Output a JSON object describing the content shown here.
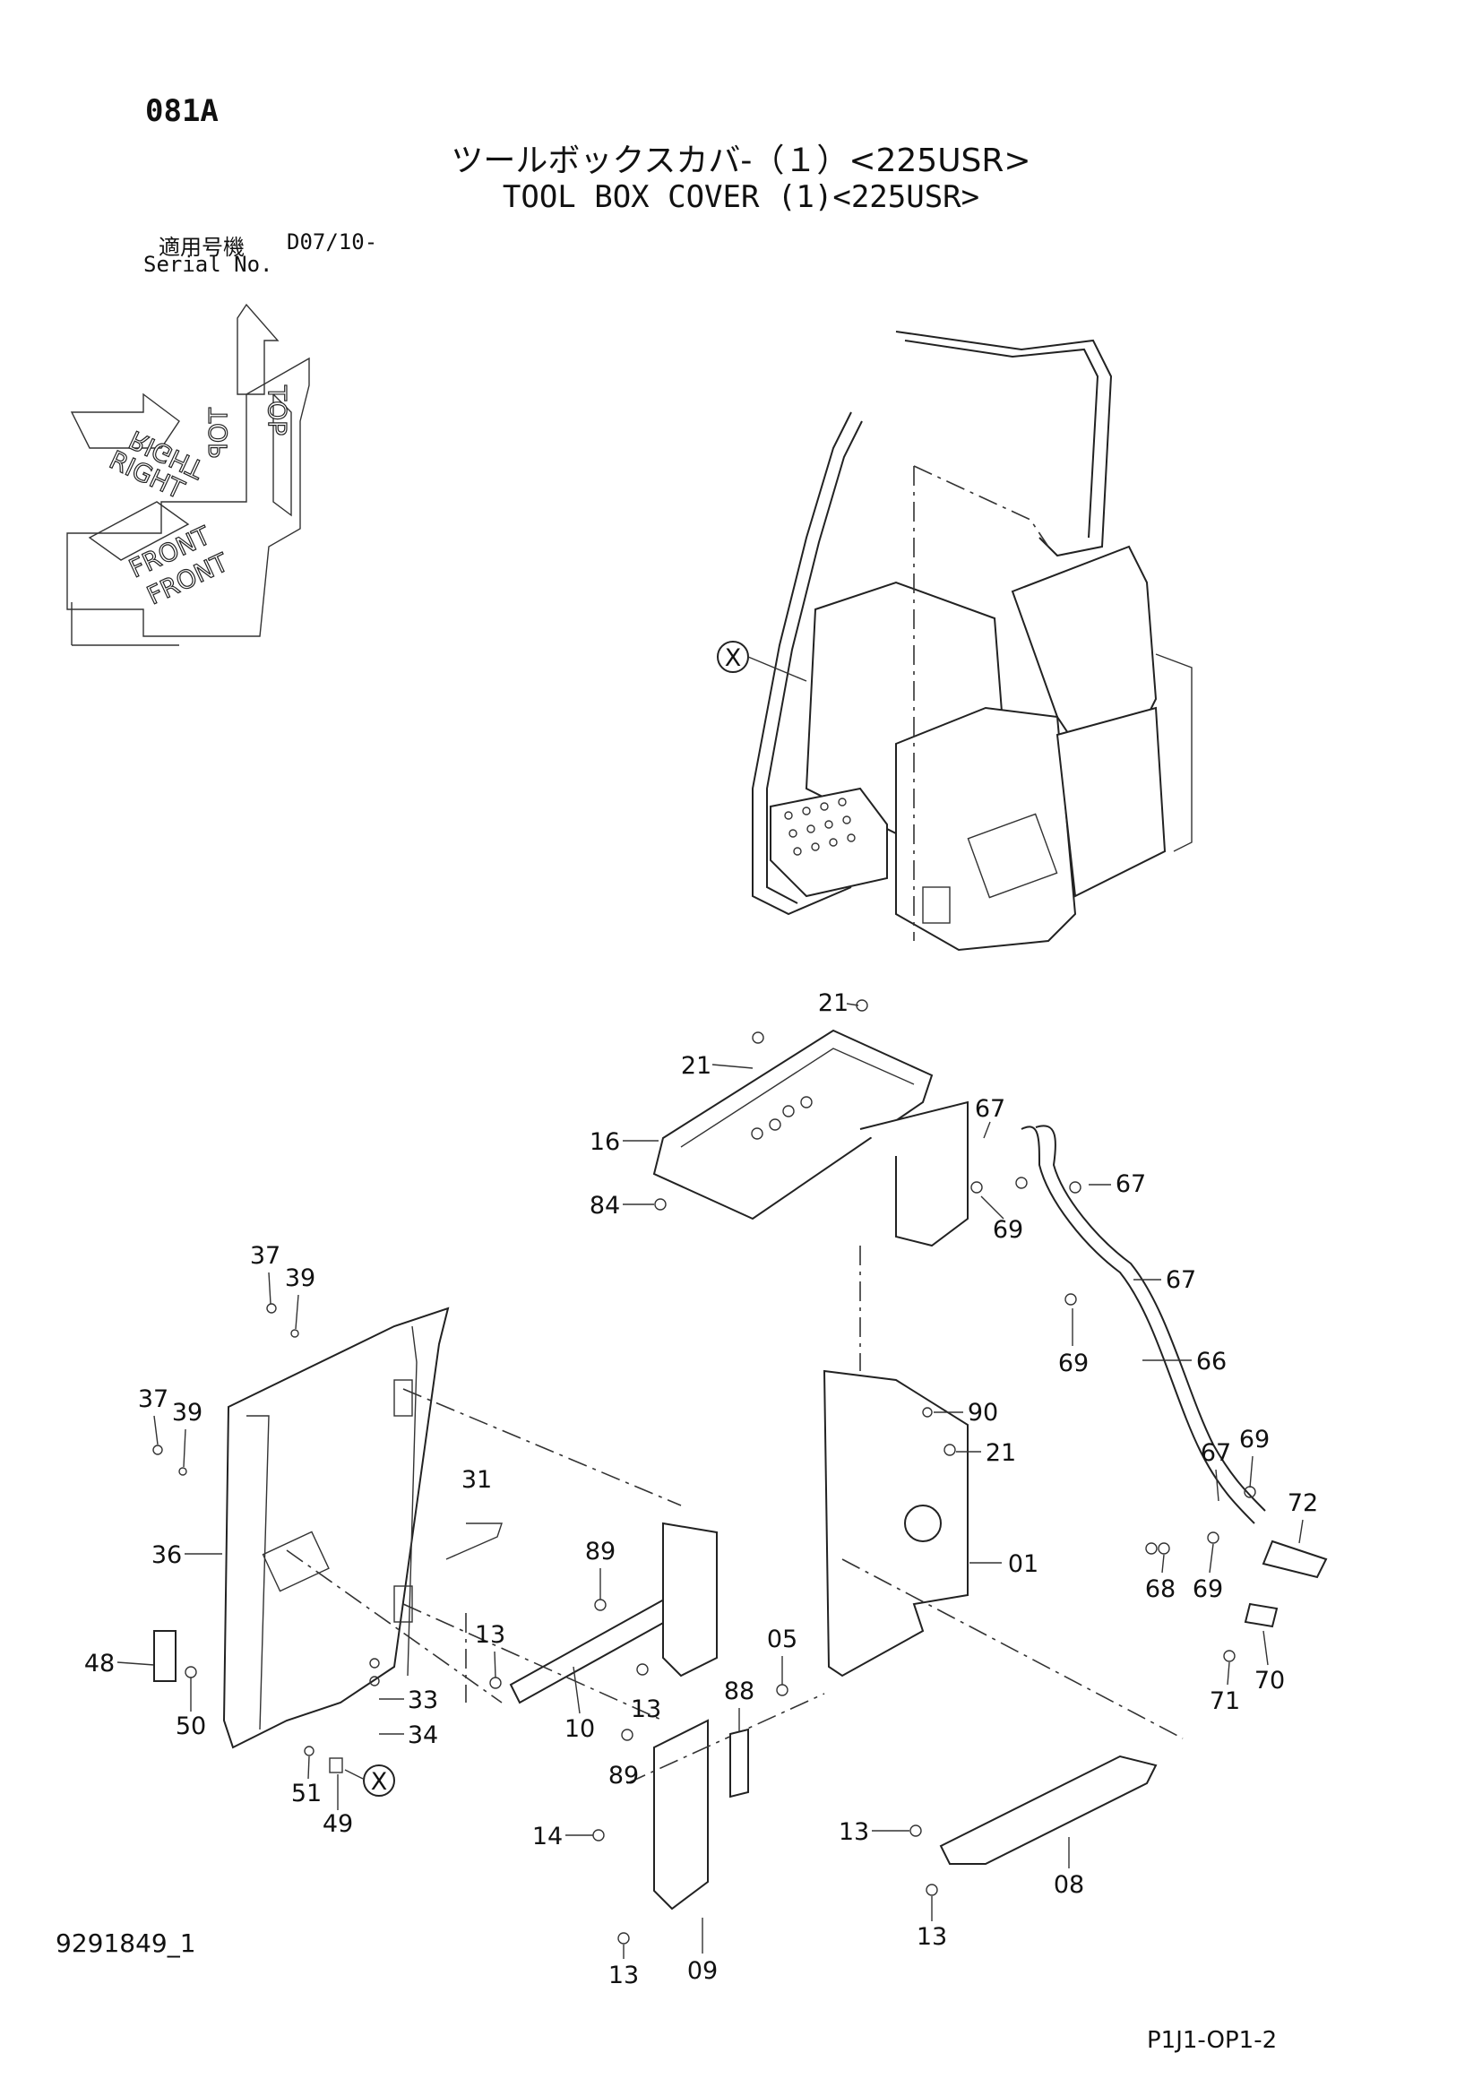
{
  "header": {
    "page_code": "081A",
    "title_jp": "ツールボックスカバ-（１）<225USR>",
    "title_en": "TOOL BOX COVER (1)<225USR>",
    "serial_label_jp": "適用号機",
    "serial_label_en": "Serial No.",
    "serial_value": "D07/10-"
  },
  "orientation_labels": [
    "TOP",
    "TOP",
    "RIGHT",
    "RIGHT",
    "FRONT",
    "FRONT"
  ],
  "reference_marker": "X",
  "callouts": [
    "21",
    "21",
    "16",
    "84",
    "67",
    "67",
    "69",
    "67",
    "69",
    "66",
    "37",
    "39",
    "37",
    "39",
    "31",
    "36",
    "89",
    "13",
    "48",
    "50",
    "33",
    "34",
    "51",
    "49",
    "13",
    "89",
    "88",
    "14",
    "13",
    "09",
    "90",
    "21",
    "01",
    "05",
    "67",
    "69",
    "72",
    "68",
    "69",
    "71",
    "70",
    "13",
    "08",
    "13",
    "10"
  ],
  "footer": {
    "doc_id": "9291849_1",
    "sheet_id": "P1J1-OP1-2"
  }
}
